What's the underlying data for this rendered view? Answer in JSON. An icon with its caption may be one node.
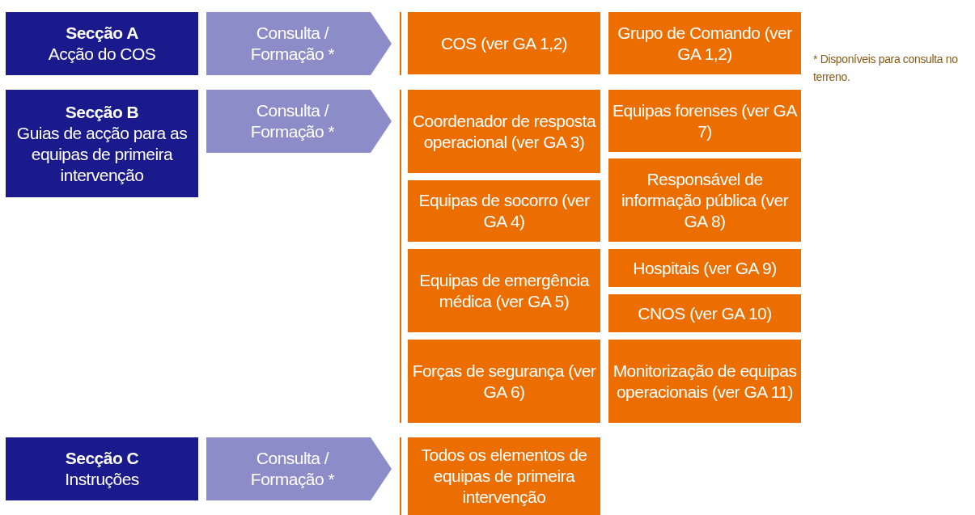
{
  "diagram": {
    "nodes": [
      {
        "text": [
          "Secção A",
          "Acção do COS"
        ]
      },
      {
        "text": [
          "Consulta / Formação *"
        ]
      },
      {
        "text": [
          "COS (ver GA 1,2)"
        ]
      },
      {
        "text": [
          "Grupo de Comando (ver GA 1,2)"
        ]
      },
      {
        "text": [
          "Secção B",
          "Guias de acção para as equipas de primeira intervenção"
        ]
      },
      {
        "text": [
          "Consulta / Formação *"
        ]
      },
      {
        "text": [
          "Coordenador de resposta operacional (ver GA 3)"
        ]
      },
      {
        "text": [
          "Equipas forenses (ver GA 7)"
        ]
      },
      {
        "text": [
          "Equipas de socorro (ver GA 4)"
        ]
      },
      {
        "text": [
          "Responsável de informação pública (ver GA 8)"
        ]
      },
      {
        "text": [
          "Equipas de emergência médica (ver GA 5)"
        ]
      },
      {
        "text": [
          "Hospitais (ver GA 9)"
        ]
      },
      {
        "text": [
          "CNOS (ver GA 10)"
        ]
      },
      {
        "text": [
          "Forças de segurança (ver GA 6)"
        ]
      },
      {
        "text": [
          "Monitorização de equipas operacionais (ver GA 11)"
        ]
      },
      {
        "text": [
          "Secção C",
          "Instruções"
        ]
      },
      {
        "text": [
          "Consulta / Formação *"
        ]
      },
      {
        "text": [
          "Todos os elementos de equipas de primeira intervenção"
        ]
      }
    ],
    "labels": [
      "* Disponíveis para consulta no terreno."
    ]
  }
}
